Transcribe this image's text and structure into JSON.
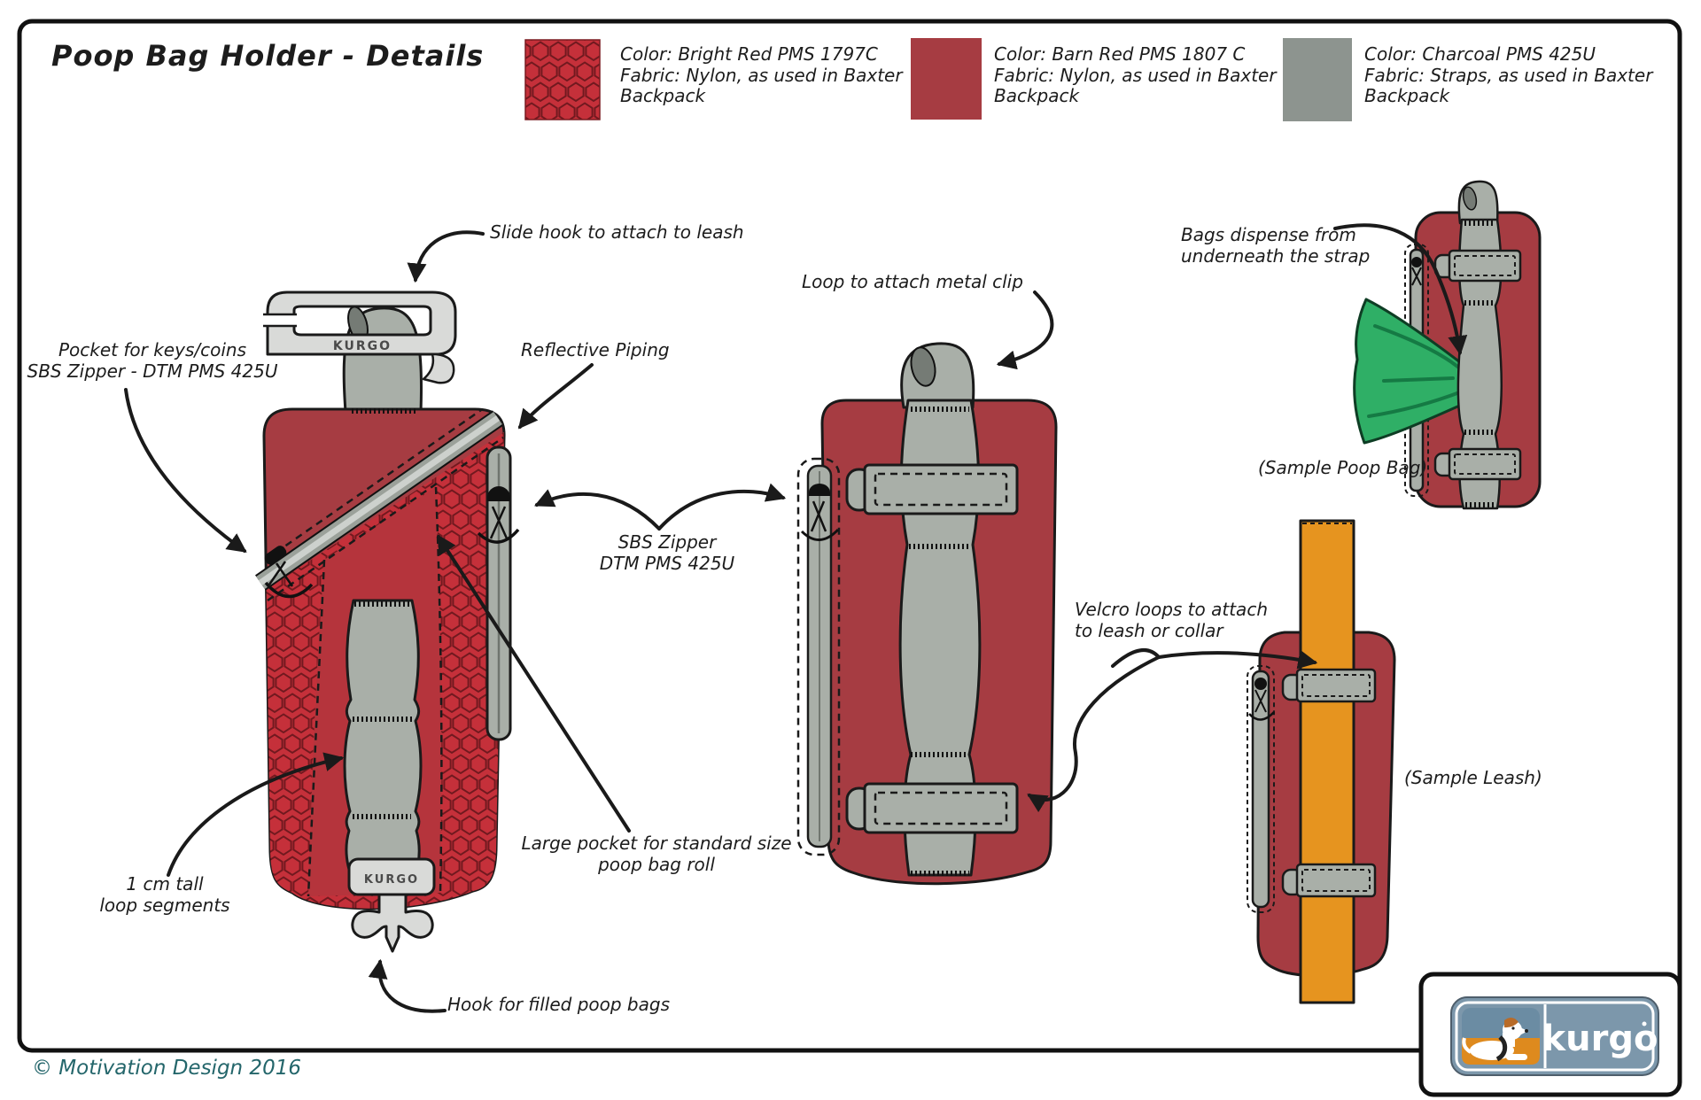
{
  "title": "Poop Bag Holder - Details",
  "copyright": "© Motivation Design 2016",
  "brand": {
    "logo_text": "kurgo",
    "slide_hook_engraving": "KURGO",
    "bottom_hook_engraving": "KURGO"
  },
  "swatches": [
    {
      "color_line": "Color: Bright Red PMS 1797C",
      "fabric_line1": "Fabric: Nylon, as used in Baxter",
      "fabric_line2": "Backpack"
    },
    {
      "color_line": "Color: Barn Red PMS 1807 C",
      "fabric_line1": "Fabric: Nylon, as used in Baxter",
      "fabric_line2": "Backpack"
    },
    {
      "color_line": "Color: Charcoal PMS 425U",
      "fabric_line1": "Fabric: Straps, as used in Baxter",
      "fabric_line2": "Backpack"
    }
  ],
  "annotations": {
    "slide_hook": "Slide hook to attach to leash",
    "pocket_keys": {
      "line1": "Pocket for keys/coins",
      "line2": "SBS Zipper - DTM PMS 425U"
    },
    "reflective_piping": "Reflective Piping",
    "sbs_zipper": {
      "line1": "SBS Zipper",
      "line2": "DTM PMS 425U"
    },
    "loop_segments": {
      "line1": "1 cm tall",
      "line2": "loop segments"
    },
    "large_pocket": {
      "line1": "Large pocket for standard size",
      "line2": "poop bag roll"
    },
    "hook_filled_bags": "Hook for filled poop bags",
    "loop_metal_clip": "Loop to attach metal clip",
    "velcro_loops": {
      "line1": "Velcro loops to attach",
      "line2": "to leash or collar"
    },
    "bags_dispense": {
      "line1": "Bags dispense from",
      "line2": "underneath the strap"
    },
    "sample_poop_bag": "(Sample Poop Bag)",
    "sample_leash": "(Sample Leash)"
  },
  "colors": {
    "bright_red": "#C5303A",
    "barn_red": "#A63C42",
    "charcoal_strap": "#8D948F",
    "strap_gray": "#A9AFA8",
    "hardware_gray": "#D9DAD8",
    "leash_orange": "#E6941F",
    "poop_bag_green": "#2FAF66",
    "copyright_teal": "#24666B",
    "logo_blue": "#7C97AB"
  }
}
